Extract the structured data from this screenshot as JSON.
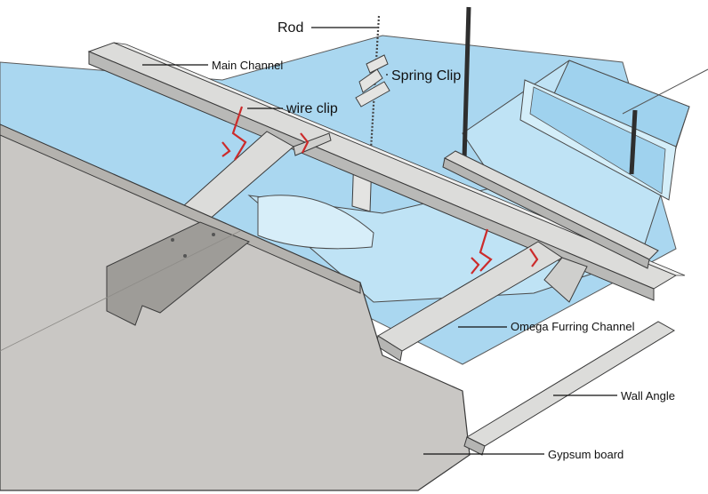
{
  "diagram": {
    "labels": {
      "rod": "Rod",
      "main_channel": "Main Channel",
      "spring_clip": "Spring Clip",
      "wire_clip": "wire clip",
      "omega_furring_channel": "Omega Furring Channel",
      "wall_angle": "Wall Angle",
      "gypsum_board": "Gypsum board"
    },
    "colors": {
      "duct_blue": "#bfe3f5",
      "duct_blue_dark": "#9fd2ee",
      "ceiling_blue": "#aad7f0",
      "board_gray": "#c9c7c4",
      "board_gray_dark": "#b4b2ae",
      "steel": "#dcdcda",
      "clip_red": "#cc2b2b"
    }
  }
}
